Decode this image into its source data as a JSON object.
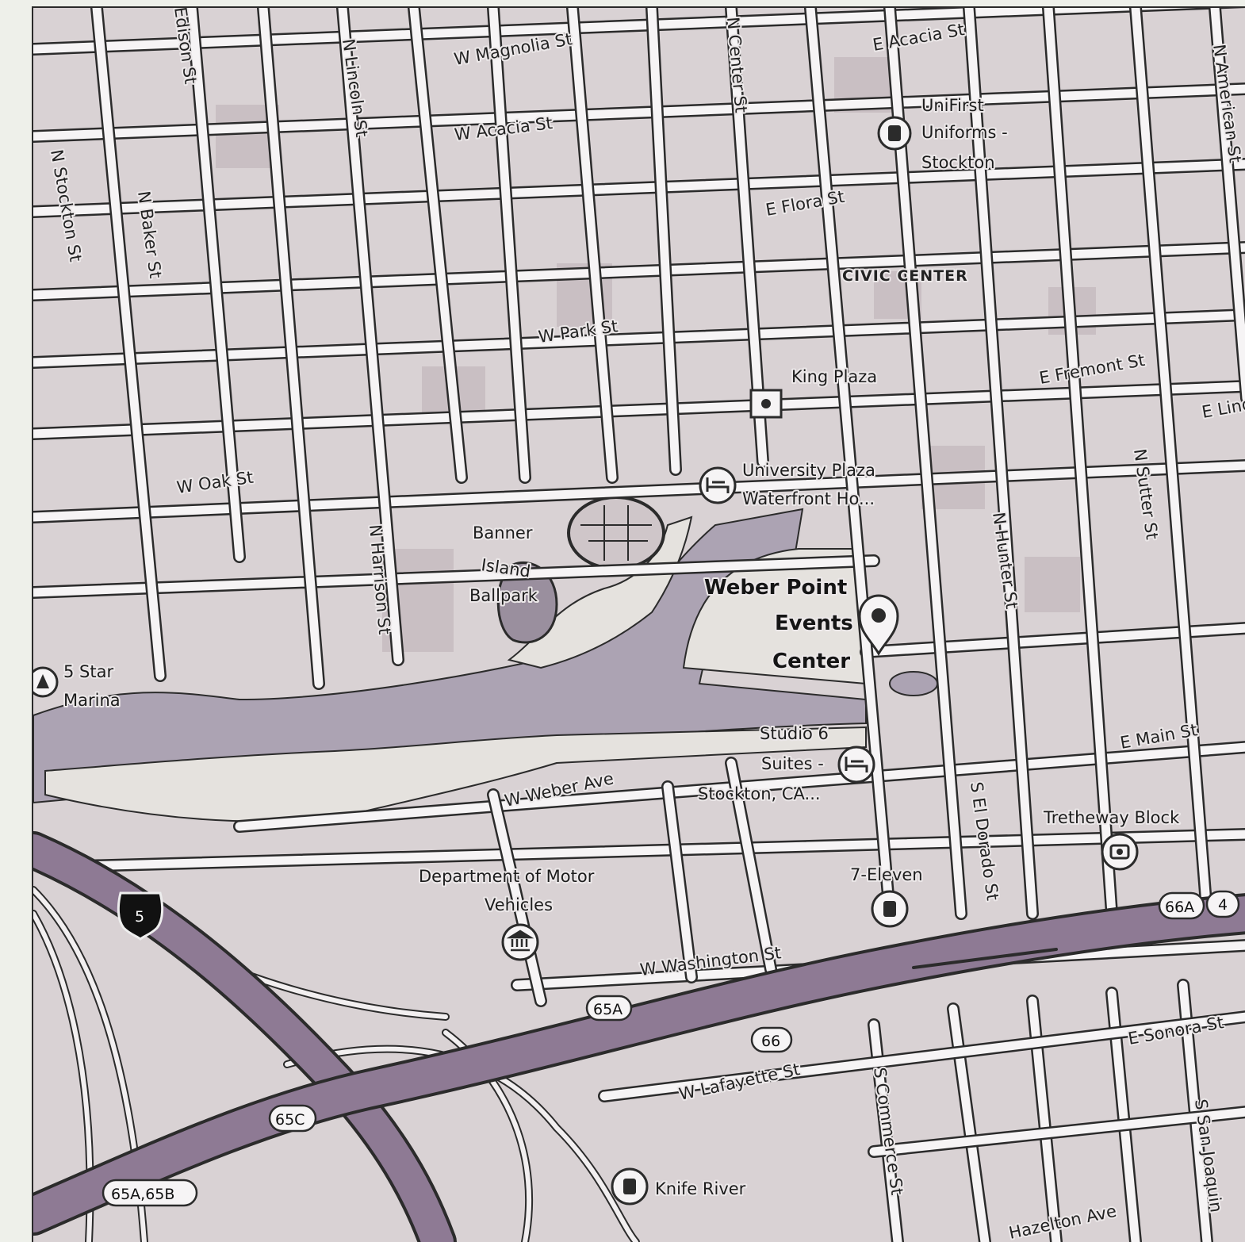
{
  "map": {
    "district": "CIVIC CENTER",
    "streets": {
      "edison": "Edison St",
      "w_magnolia": "W Magnolia St",
      "n_lincoln": "N Lincoln St",
      "n_center": "N Center St",
      "e_acacia": "E Acacia St",
      "n_american": "N American St",
      "w_acacia": "W Acacia St",
      "n_stockton": "N Stockton St",
      "n_baker": "N Baker St",
      "e_flora": "E Flora St",
      "w_park": "W Park St",
      "e_fremont": "E Fremont St",
      "e_lindsay": "E Lind",
      "w_oak": "W Oak St",
      "n_sutter": "N Sutter St",
      "n_harrison": "N Harrison St",
      "n_hunter": "N Hunter St",
      "e_main": "E Main St",
      "w_weber": "W Weber Ave",
      "s_el_dorado": "S El Dorado St",
      "w_washington": "W Washington St",
      "e_sonora": "E Sonora St",
      "w_lafayette": "W Lafayette St",
      "s_commerce": "S Commerce St",
      "s_san_joaquin": "S San Joaquin",
      "hazelton": "Hazelton Ave"
    },
    "pois": {
      "unifirst": [
        "UniFirst",
        "Uniforms -",
        "Stockton"
      ],
      "king_plaza": "King Plaza",
      "university_plaza": [
        "University Plaza",
        "Waterfront Ho..."
      ],
      "banner_island": [
        "Banner",
        "Island",
        "Ballpark"
      ],
      "weber_point": [
        "Weber Point",
        "Events",
        "Center"
      ],
      "five_star_marina": [
        "5 Star",
        "Marina"
      ],
      "studio6": [
        "Studio 6",
        "Suites -",
        "Stockton, CA..."
      ],
      "trethaway": "Tretheway Block",
      "dmv": [
        "Department of Motor",
        "Vehicles"
      ],
      "seven_eleven": "7-Eleven",
      "knife_river": "Knife River"
    },
    "shields": {
      "interstate": "5",
      "exit_65a": "65A",
      "exit_66a": "66A",
      "exit_4": "4",
      "exit_66": "66",
      "exit_65c": "65C",
      "exit_65ab": "65A,65B"
    },
    "colors": {
      "land": "#d9d2d4",
      "road": "#f6f4f5",
      "road_casing": "#2b2b2b",
      "water": "#aca3b3",
      "freeway": "#8e7a94",
      "park": "#e5e2de",
      "block": "#cfc6c9"
    },
    "selected_pin": "map-pin-icon"
  }
}
